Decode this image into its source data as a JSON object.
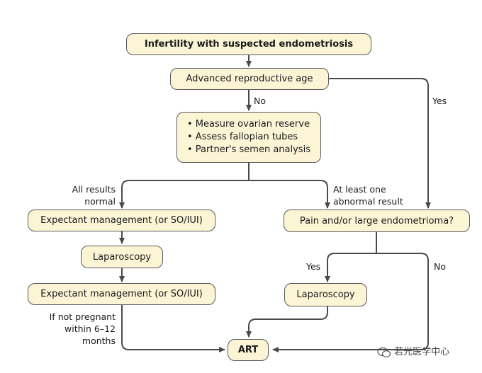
{
  "nodes": {
    "start": "Infertility with suspected endometriosis",
    "age": "Advanced reproductive age",
    "tests": [
      "• Measure ovarian reserve",
      "• Assess fallopian tubes",
      "• Partner's semen analysis"
    ],
    "expectant1": "Expectant management (or SO/IUI)",
    "laparoscopy1": "Laparoscopy",
    "expectant2": "Expectant management (or SO/IUI)",
    "pain": "Pain and/or large endometrioma?",
    "laparoscopy2": "Laparoscopy",
    "art": "ART"
  },
  "labels": {
    "no_age": "No",
    "yes_age": "Yes",
    "all_normal": [
      "All results",
      "normal"
    ],
    "abnormal": [
      "At least one",
      "abnormal result"
    ],
    "yes_pain": "Yes",
    "no_pain": "No",
    "not_pregnant": [
      "If not pregnant",
      "within 6–12",
      "months"
    ]
  },
  "watermark": "若光医学中心",
  "colors": {
    "box_fill": "#fbf5d6",
    "line": "#4a4a4a"
  }
}
